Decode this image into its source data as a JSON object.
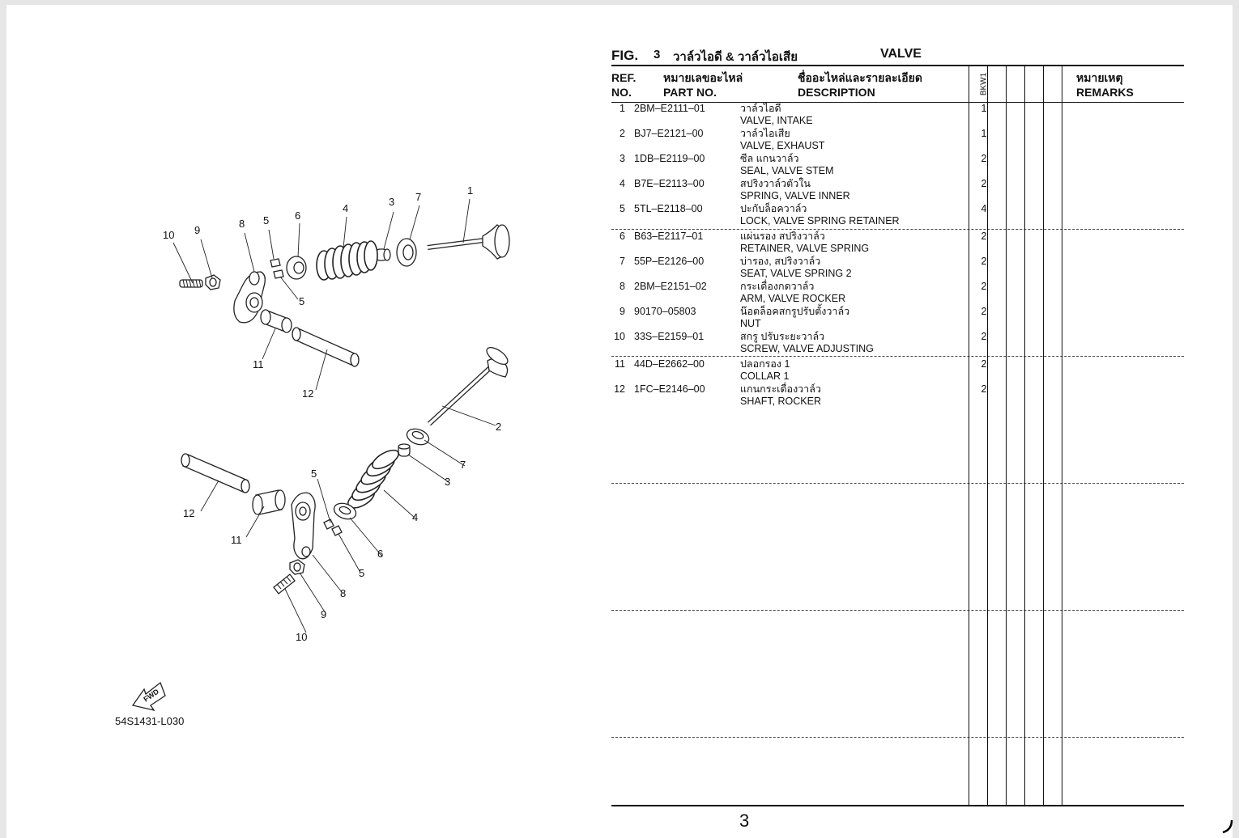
{
  "figure": {
    "label": "FIG.",
    "number": "3",
    "title_th": "วาล์วไอดี & วาล์วไอเสีย",
    "title_en": "VALVE"
  },
  "table_headers": {
    "ref_line1": "REF.",
    "ref_line2": "NO.",
    "part_th": "หมายเลขอะไหล่",
    "part_en": "PART NO.",
    "desc_th": "ชื่ออะไหล่และรายละเอียด",
    "desc_en": "DESCRIPTION",
    "model": "BKW1",
    "remarks_th": "หมายเหตุ",
    "remarks_en": "REMARKS"
  },
  "parts": [
    {
      "ref": "1",
      "part_no": "2BM–E2111–01",
      "desc_th": "วาล์วไอดี",
      "desc_en": "VALVE, INTAKE",
      "qty": "1"
    },
    {
      "ref": "2",
      "part_no": "BJ7–E2121–00",
      "desc_th": "วาล์วไอเสีย",
      "desc_en": "VALVE, EXHAUST",
      "qty": "1"
    },
    {
      "ref": "3",
      "part_no": "1DB–E2119–00",
      "desc_th": "ซีล แกนวาล์ว",
      "desc_en": "SEAL, VALVE STEM",
      "qty": "2"
    },
    {
      "ref": "4",
      "part_no": "B7E–E2113–00",
      "desc_th": "สปริงวาล์วตัวใน",
      "desc_en": "SPRING, VALVE INNER",
      "qty": "2"
    },
    {
      "ref": "5",
      "part_no": "5TL–E2118–00",
      "desc_th": "ปะกับล็อควาล์ว",
      "desc_en": "LOCK, VALVE SPRING RETAINER",
      "qty": "4"
    },
    {
      "ref": "6",
      "part_no": "B63–E2117–01",
      "desc_th": "แผ่นรอง สปริงวาล์ว",
      "desc_en": "RETAINER, VALVE SPRING",
      "qty": "2"
    },
    {
      "ref": "7",
      "part_no": "55P–E2126–00",
      "desc_th": "บ่ารอง, สปริงวาล์ว",
      "desc_en": "SEAT, VALVE SPRING 2",
      "qty": "2"
    },
    {
      "ref": "8",
      "part_no": "2BM–E2151–02",
      "desc_th": "กระเดื่องกดวาล์ว",
      "desc_en": "ARM, VALVE ROCKER",
      "qty": "2"
    },
    {
      "ref": "9",
      "part_no": "90170–05803",
      "desc_th": "น๊อตล็อคสกรูปรับตั้งวาล์ว",
      "desc_en": "NUT",
      "qty": "2"
    },
    {
      "ref": "10",
      "part_no": "33S–E2159–01",
      "desc_th": "สกรู ปรับระยะวาล์ว",
      "desc_en": "SCREW, VALVE ADJUSTING",
      "qty": "2"
    },
    {
      "ref": "11",
      "part_no": "44D–E2662–00",
      "desc_th": "ปลอกรอง 1",
      "desc_en": "COLLAR 1",
      "qty": "2"
    },
    {
      "ref": "12",
      "part_no": "1FC–E2146–00",
      "desc_th": "แกนกระเดื่องวาล์ว",
      "desc_en": "SHAFT, ROCKER",
      "qty": "2"
    }
  ],
  "diagram": {
    "upper_callouts": [
      "10",
      "9",
      "8",
      "5",
      "6",
      "4",
      "3",
      "7",
      "1",
      "5",
      "11",
      "12"
    ],
    "lower_callouts": [
      "2",
      "7",
      "3",
      "4",
      "5",
      "12",
      "11",
      "6",
      "5",
      "8",
      "9",
      "10"
    ],
    "fwd_label": "FWD",
    "sheet_code": "54S1431-L030"
  },
  "page_number": "3"
}
